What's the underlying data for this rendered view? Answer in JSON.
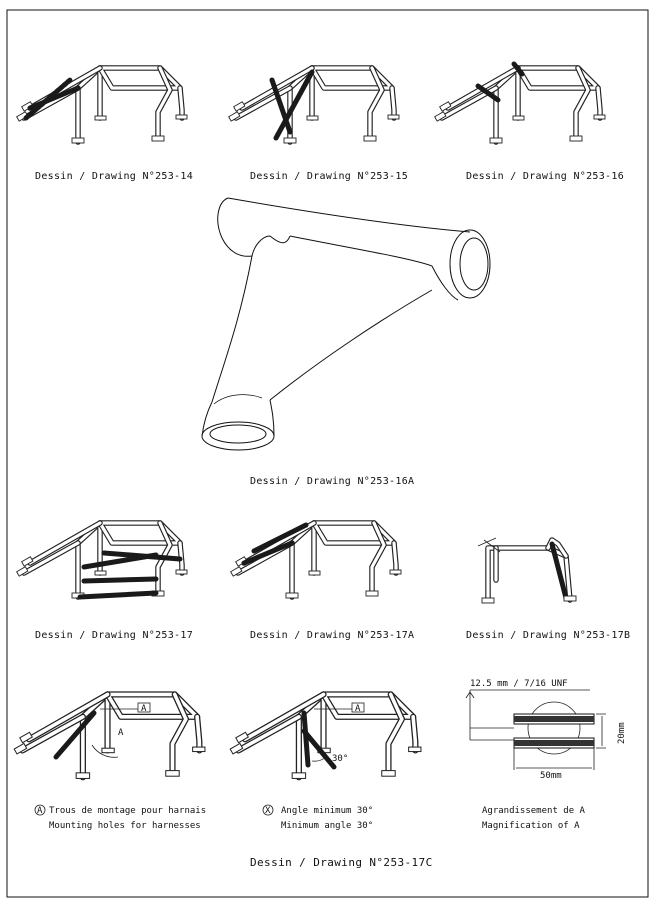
{
  "captions": {
    "d14": "Dessin / Drawing N°253-14",
    "d15": "Dessin / Drawing N°253-15",
    "d16": "Dessin / Drawing N°253-16",
    "d16a": "Dessin / Drawing N°253-16A",
    "d17": "Dessin / Drawing N°253-17",
    "d17a": "Dessin / Drawing N°253-17A",
    "d17b": "Dessin / Drawing N°253-17B",
    "d17c": "Dessin / Drawing N°253-17C"
  },
  "notes": {
    "holes_marker": "A",
    "holes_fr": "Trous de montage pour harnais",
    "holes_en": "Mounting holes for harnesses",
    "angle_marker": "X",
    "angle_fr": "Angle minimum 30°",
    "angle_en": "Minimum angle 30°",
    "magnification_fr": "Agrandissement de A",
    "magnification_en": "Magnification of A"
  },
  "detail_a": {
    "thread": "12.5 mm / 7/16 UNF",
    "height": "20mm",
    "length": "50mm"
  },
  "callouts": {
    "a_label": "A",
    "angle_label": "30°"
  }
}
